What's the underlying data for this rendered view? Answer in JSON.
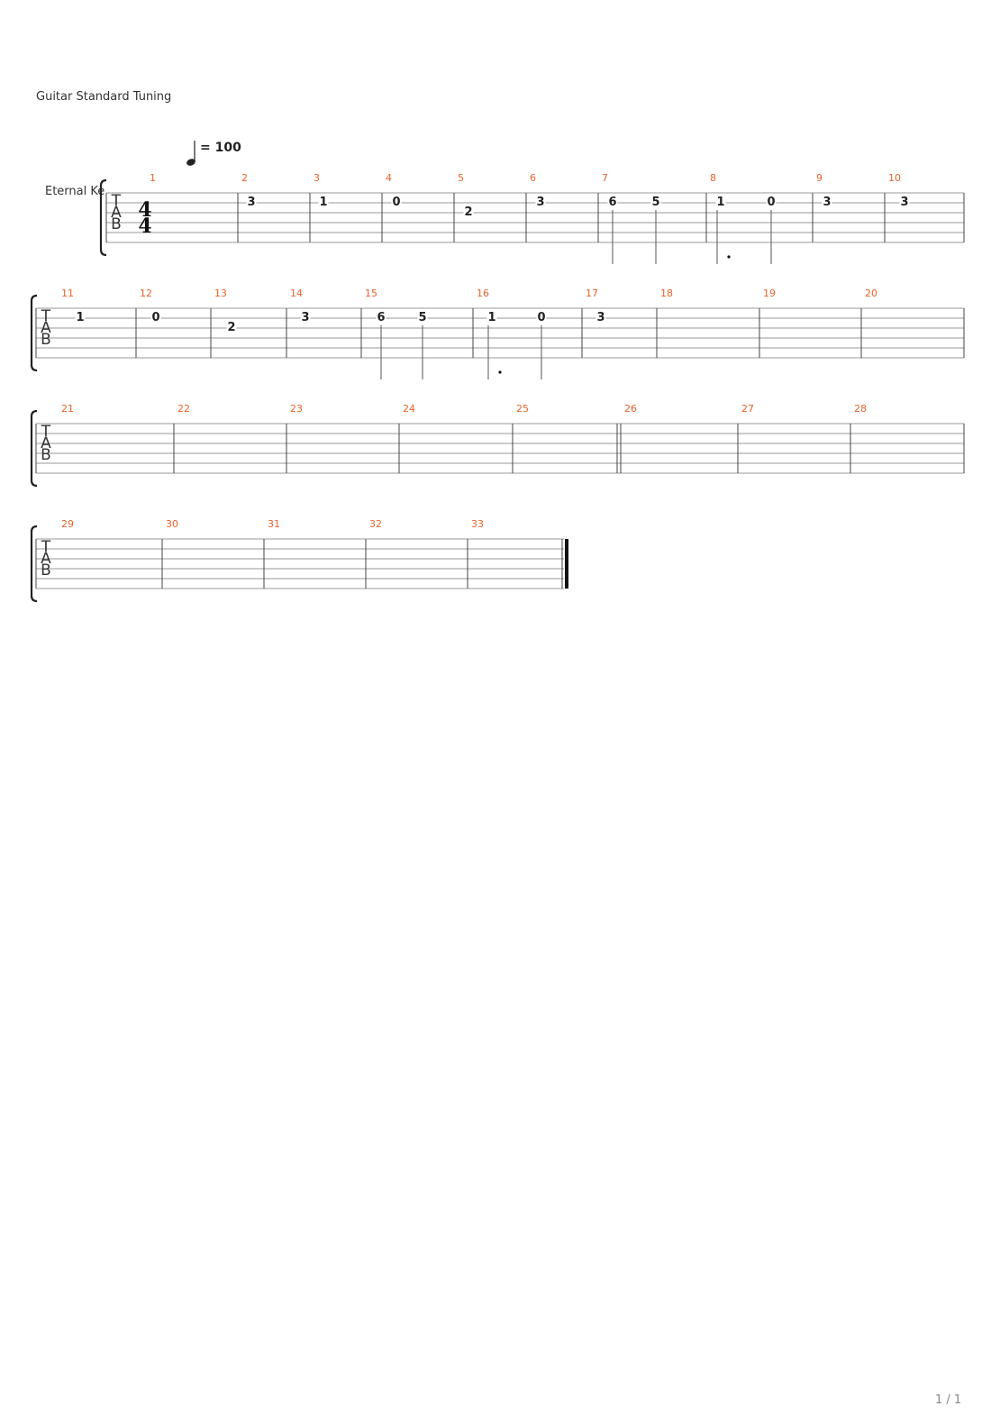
{
  "header": {
    "tuning": "Guitar Standard Tuning",
    "tempo_value": "= 100",
    "track_name": "Eternal Ke"
  },
  "tab_label": [
    "T",
    "A",
    "B"
  ],
  "time_signature": {
    "top": "4",
    "bottom": "4"
  },
  "systems": [
    {
      "bars": [
        {
          "number": "1",
          "notes": []
        },
        {
          "number": "2",
          "notes": [
            {
              "string": 2,
              "fret": "3"
            }
          ]
        },
        {
          "number": "3",
          "notes": [
            {
              "string": 2,
              "fret": "1"
            }
          ]
        },
        {
          "number": "4",
          "notes": [
            {
              "string": 2,
              "fret": "0"
            }
          ]
        },
        {
          "number": "5",
          "notes": [
            {
              "string": 3,
              "fret": "2"
            }
          ]
        },
        {
          "number": "6",
          "notes": [
            {
              "string": 2,
              "fret": "3"
            }
          ]
        },
        {
          "number": "7",
          "notes": [
            {
              "string": 2,
              "fret": "6",
              "stem": true
            },
            {
              "string": 2,
              "fret": "5",
              "stem": true
            }
          ]
        },
        {
          "number": "8",
          "notes": [
            {
              "string": 2,
              "fret": "1",
              "stem": true,
              "dot": true
            },
            {
              "string": 2,
              "fret": "0",
              "stem": true
            }
          ]
        },
        {
          "number": "9",
          "notes": [
            {
              "string": 2,
              "fret": "3"
            }
          ]
        },
        {
          "number": "10",
          "notes": [
            {
              "string": 2,
              "fret": "3"
            }
          ]
        }
      ]
    },
    {
      "bars": [
        {
          "number": "11",
          "notes": [
            {
              "string": 2,
              "fret": "1"
            }
          ]
        },
        {
          "number": "12",
          "notes": [
            {
              "string": 2,
              "fret": "0"
            }
          ]
        },
        {
          "number": "13",
          "notes": [
            {
              "string": 3,
              "fret": "2"
            }
          ]
        },
        {
          "number": "14",
          "notes": [
            {
              "string": 2,
              "fret": "3"
            }
          ]
        },
        {
          "number": "15",
          "notes": [
            {
              "string": 2,
              "fret": "6",
              "stem": true
            },
            {
              "string": 2,
              "fret": "5",
              "stem": true
            }
          ]
        },
        {
          "number": "16",
          "notes": [
            {
              "string": 2,
              "fret": "1",
              "stem": true,
              "dot": true
            },
            {
              "string": 2,
              "fret": "0",
              "stem": true
            }
          ]
        },
        {
          "number": "17",
          "notes": [
            {
              "string": 2,
              "fret": "3"
            }
          ]
        },
        {
          "number": "18",
          "notes": []
        },
        {
          "number": "19",
          "notes": []
        },
        {
          "number": "20",
          "notes": []
        }
      ]
    },
    {
      "bars": [
        {
          "number": "21",
          "notes": []
        },
        {
          "number": "22",
          "notes": []
        },
        {
          "number": "23",
          "notes": []
        },
        {
          "number": "24",
          "notes": []
        },
        {
          "number": "25",
          "notes": []
        },
        {
          "number": "26",
          "notes": []
        },
        {
          "number": "27",
          "notes": []
        },
        {
          "number": "28",
          "notes": []
        }
      ]
    },
    {
      "bars": [
        {
          "number": "29",
          "notes": []
        },
        {
          "number": "30",
          "notes": []
        },
        {
          "number": "31",
          "notes": []
        },
        {
          "number": "32",
          "notes": []
        },
        {
          "number": "33",
          "notes": []
        }
      ]
    }
  ],
  "footer": {
    "page_indicator": "1 / 1"
  }
}
